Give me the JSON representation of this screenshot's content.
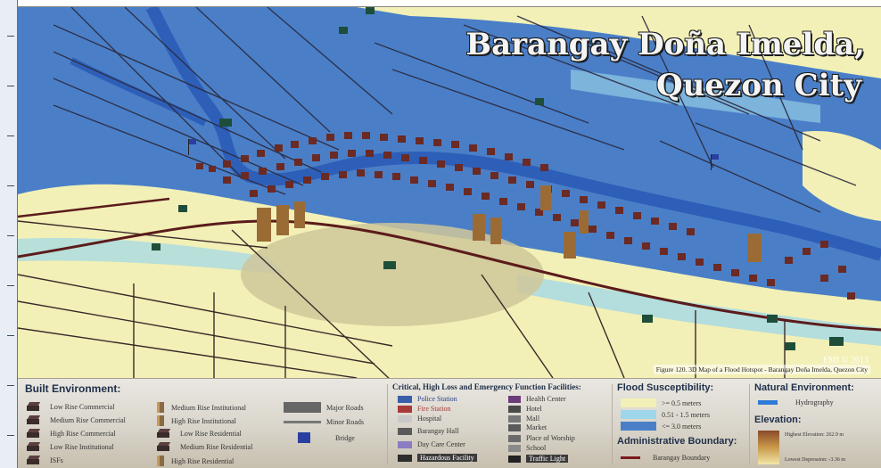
{
  "title": {
    "line1": "Barangay Doña Imelda,",
    "line2": "Quezon City"
  },
  "figure_caption": "Figure 120. 3D Map of a Flood Hotspot - Barangay Doña Imelda, Quezon City",
  "copyright": "EMI © 2013",
  "colors": {
    "water_low": "#4a7fc8",
    "flood_low": "#f2f0b6",
    "flood_mid": "#9fd7ea",
    "flood_high": "#4a7fc8",
    "river": "#2e5fb8",
    "road": "#3b2a2a",
    "highlight": "#cfc79a",
    "building": "#6b2a24"
  },
  "legend": {
    "built_environment": {
      "heading": "Built Environment:",
      "col1": [
        "Low Rise Commercial",
        "Medium Rise Commercial",
        "High Rise Commercial",
        "Low Rise Institutional",
        "ISFs"
      ],
      "col2": [
        "Medium Rise Institutional",
        "High Rise Institutional",
        "Low Rise Residential",
        "Medium Rise Residential",
        "High Rise Residential"
      ],
      "col3": [
        "Major Roads",
        "Minor Roads",
        "Bridge"
      ]
    },
    "critical_facilities": {
      "heading": "Critical, High Loss and Emergency Function Facilities:",
      "col1": [
        "Police Station",
        "Fire Station",
        "Hospital",
        "Barangay Hall",
        "Day Care Center",
        "Hazardous Facility"
      ],
      "col2": [
        "Health Center",
        "Hotel",
        "Mall",
        "Market",
        "Place of Worship",
        "School",
        "Traffic Light"
      ]
    },
    "flood_susceptibility": {
      "heading": "Flood Susceptibility:",
      "items": [
        ">= 0.5 meters",
        "0.51 - 1.5 meters",
        "<= 3.0 meters"
      ]
    },
    "administrative_boundary": {
      "heading": "Administrative Boundary:",
      "items": [
        "Barangay Boundary"
      ]
    },
    "natural_environment": {
      "heading": "Natural Environment:",
      "items": [
        "Hydrography"
      ]
    },
    "elevation": {
      "heading": "Elevation:",
      "high": "Highest Elevation: 262.9 m",
      "low": "Lowest Depression: -3.36 m"
    }
  }
}
